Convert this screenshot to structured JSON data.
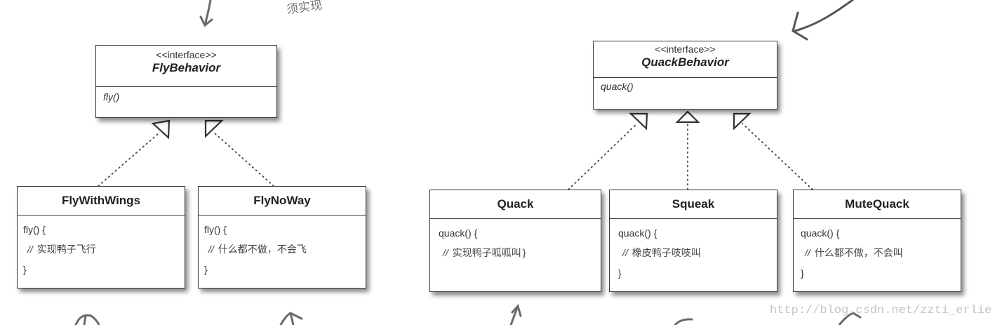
{
  "interfaces": [
    {
      "stereotype": "<<interface>>",
      "name": "FlyBehavior",
      "method": "fly()"
    },
    {
      "stereotype": "<<interface>>",
      "name": "QuackBehavior",
      "method": "quack()"
    }
  ],
  "classes": [
    {
      "name": "FlyWithWings",
      "signature": "fly() {",
      "comment_marker": "//",
      "comment": "实现鸭子飞行",
      "close": "}"
    },
    {
      "name": "FlyNoWay",
      "signature": "fly() {",
      "comment_marker": "//",
      "comment": "什么都不做，不会飞",
      "close": "}"
    },
    {
      "name": "Quack",
      "signature": "quack() {",
      "comment_marker": "//",
      "comment": "实现鸭子呱呱叫}",
      "close": ""
    },
    {
      "name": "Squeak",
      "signature": "quack() {",
      "comment_marker": "//",
      "comment": "橡皮鸭子吱吱叫",
      "close": "}"
    },
    {
      "name": "MuteQuack",
      "signature": "quack() {",
      "comment_marker": "//",
      "comment": "什么都不做，不会叫",
      "close": "}"
    }
  ],
  "annotations": {
    "handwritten_fragment": "须实现"
  },
  "watermark": "http://blog.csdn.net/zzti_erlie",
  "colors": {
    "line": "#3a3a3a",
    "handwriting": "#6a6a6a",
    "watermark": "#c4c4c4"
  }
}
